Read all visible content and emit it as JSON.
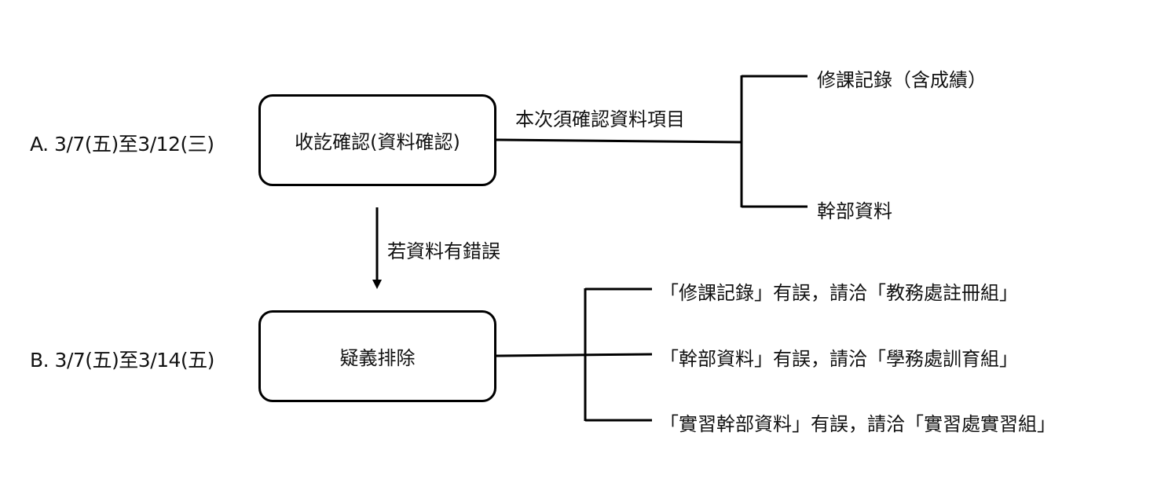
{
  "stages": [
    {
      "id": "A",
      "label": "A. 3/7(五)至3/12(三)",
      "box_text": "收訖確認(資料確認)",
      "connector_label": "本次須確認資料項目",
      "branches": [
        "修課記錄（含成績）",
        "幹部資料"
      ]
    },
    {
      "id": "B",
      "label": "B. 3/7(五)至3/14(五)",
      "box_text": "疑義排除",
      "branches": [
        "「修課記錄」有誤，請洽「教務處註冊組」",
        "「幹部資料」有誤，請洽「學務處訓育組」",
        "「實習幹部資料」有誤，請洽「實習處實習組」"
      ]
    }
  ],
  "flow_arrow": {
    "label": "若資料有錯誤"
  }
}
